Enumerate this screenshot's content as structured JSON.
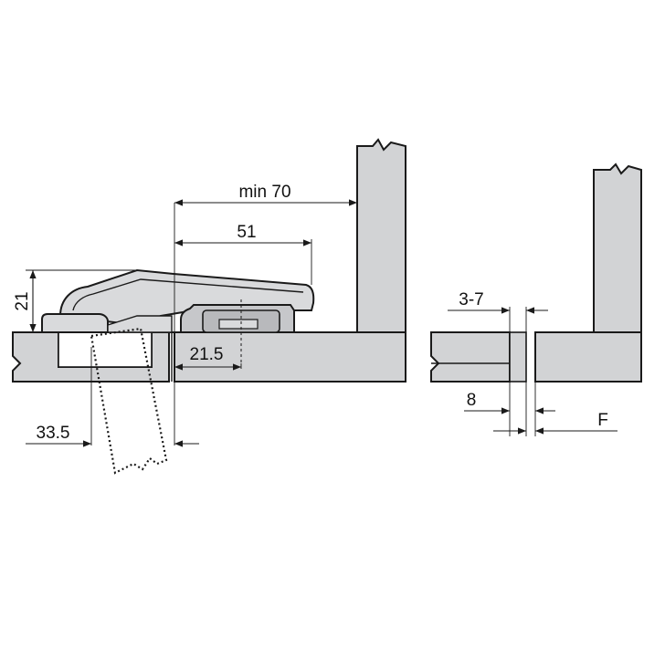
{
  "colors": {
    "panel_fill": "#d2d3d5",
    "hinge_fill": "#d9dadc",
    "outline": "#1a1a1a",
    "background": "#ffffff"
  },
  "dimensions": {
    "min_70": "min 70",
    "d51": "51",
    "d21": "21",
    "d21_5": "21.5",
    "d33_5": "33.5",
    "d3_7": "3-7",
    "d8": "8",
    "F": "F"
  }
}
